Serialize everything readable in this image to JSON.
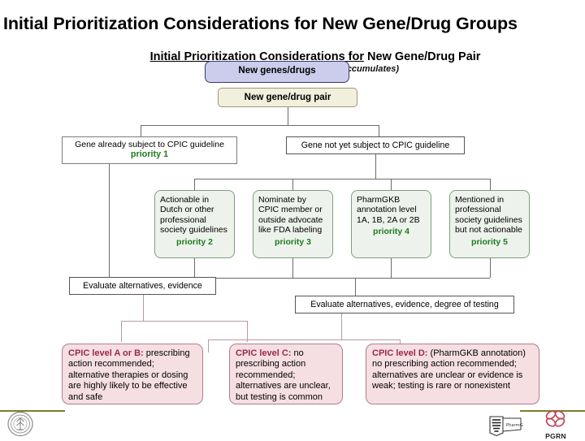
{
  "slide": {
    "title": "Initial Prioritization Considerations for New Gene/Drug Groups"
  },
  "diagram": {
    "title_part1": "Initial Prioritization Considerations for",
    "title_part2": " New Gene/Drug Pair",
    "subtitle": "(may change as evidence accumulates)",
    "callout": "New genes/drugs",
    "root": "New gene/drug pair",
    "branch_left": {
      "text": "Gene already subject to CPIC guideline",
      "priority": "priority 1"
    },
    "branch_right": {
      "text": "Gene not yet subject to CPIC guideline"
    },
    "criteria": [
      {
        "text": "Actionable in Dutch or other professional society guidelines",
        "priority": "priority 2"
      },
      {
        "text": "Nominate by CPIC member or outside advocate like FDA labeling",
        "priority": "priority 3"
      },
      {
        "text": "PharmGKB annotation level 1A, 1B, 2A or 2B",
        "priority": "priority 4"
      },
      {
        "text": "Mentioned in professional society guidelines but not actionable",
        "priority": "priority 5"
      }
    ],
    "evaluate_left": "Evaluate alternatives, evidence",
    "evaluate_right": "Evaluate alternatives, evidence, degree of testing",
    "outcomes": [
      {
        "label": "CPIC level A or B:",
        "body": "prescribing action recommended; alternative therapies or dosing are highly likely to be effective and safe"
      },
      {
        "label": "CPIC level C:",
        "body": "no prescribing action recommended; alternatives are unclear, but testing is common"
      },
      {
        "label": "CPIC level D:",
        "suffix": " (PharmGKB annotation)",
        "body": "no prescribing action recommended; alternatives are unclear or evidence is weak; testing is rare or nonexistent"
      }
    ]
  },
  "footer": {
    "pgrn_label": "PGRN",
    "pharmgkb_label": "PharmGKB"
  },
  "colors": {
    "priority_green": "#1f7a1f",
    "cpic_pink": "#9c2847",
    "callout_fill": "#ccccec",
    "root_fill": "#f2efdd",
    "criteria_fill": "#edf3ec",
    "outcome_fill": "#f5dfe3",
    "rule_olive": "#7b7f2a"
  }
}
